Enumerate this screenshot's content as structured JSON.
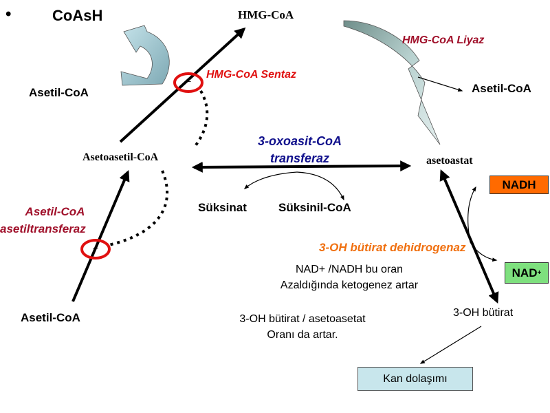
{
  "bullet": "•",
  "title": "CoAsH",
  "metabolites": {
    "hmg_coa": "HMG-CoA",
    "asetil_coa_left": "Asetil-CoA",
    "asetil_coa_right": "Asetil-CoA",
    "asetil_coa_bottom": "Asetil-CoA",
    "asetoasetil_coa": "Asetoasetil-CoA",
    "asetoastat": "asetoastat",
    "suksinat": "Süksinat",
    "suksinil_coa": "Süksinil-CoA",
    "oh_butirat": "3-OH bütirat"
  },
  "enzymes": {
    "hmg_coa_liyaz": "HMG-CoA Liyaz",
    "hmg_coa_sentaz": "HMG-CoA Sentaz",
    "transferaz_line1": "3-oxoasit-CoA",
    "transferaz_line2": "transferaz",
    "asetiltransferaz_line1": "Asetil-CoA",
    "asetiltransferaz_line2": "asetiltransferaz",
    "dehidrogenaz": "3-OH bütirat dehidrogenaz"
  },
  "cofactors": {
    "nadh": "NADH",
    "nad": "NAD",
    "nad_sup": "+"
  },
  "notes": {
    "note1_line1": "NAD+ /NADH bu oran",
    "note1_line2": "Azaldığında ketogenez artar",
    "note2_line1": "3-OH bütirat / asetoasetat",
    "note2_line2": "Oranı da artar."
  },
  "inhibition_mark": "–",
  "kan": "Kan dolaşımı",
  "colors": {
    "enzyme_red": "#a0102a",
    "sentaz_red": "#e01010",
    "transferaz_blue": "#10108c",
    "dehidrogenaz_orange": "#f07010",
    "nadh_box": "#ff6a00",
    "nad_box": "#7ee07e",
    "kan_box": "#c8e6ec",
    "curved_arrow_fill": "#a8d2dc",
    "liyaz_arrow_fill": "#86a6a0"
  }
}
